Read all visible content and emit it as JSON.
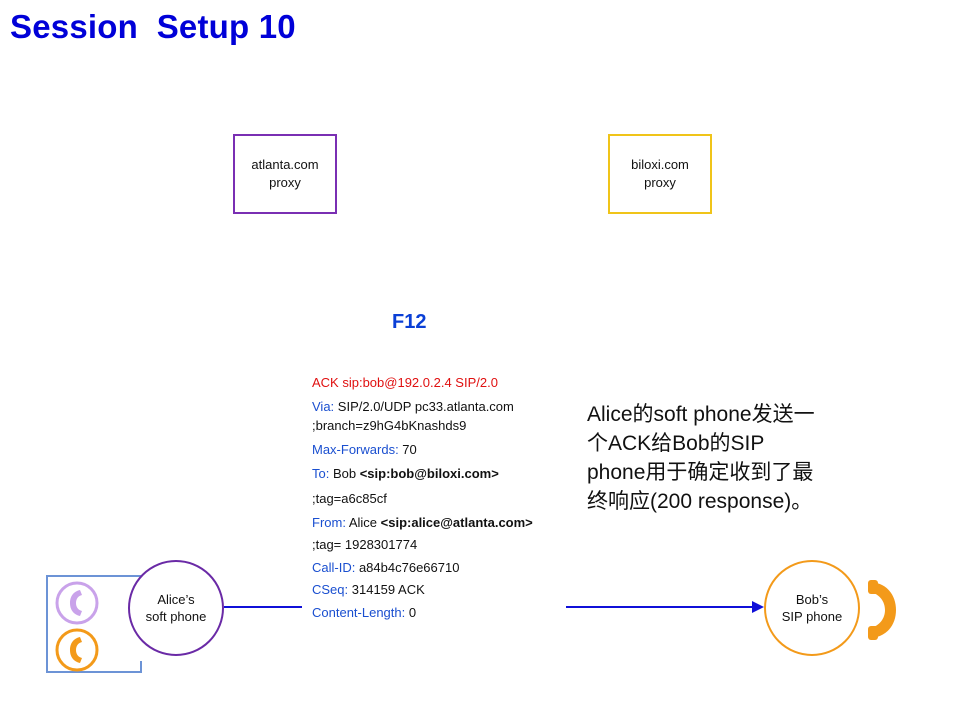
{
  "title": "Session  Setup 10",
  "proxies": {
    "atlanta": {
      "line1": "atlanta.com",
      "line2": "proxy"
    },
    "biloxi": {
      "line1": "biloxi.com",
      "line2": "proxy"
    }
  },
  "flow_label": "F12",
  "message": {
    "request_line": "ACK sip:bob@192.0.2.4 SIP/2.0",
    "via_key": "Via:",
    "via_val": " SIP/2.0/UDP pc33.atlanta.com",
    "via_branch": ";branch=z9hG4bKnashds9",
    "maxfwd_key": "Max-Forwards:",
    "maxfwd_val": " 70",
    "to_key": "To:",
    "to_name": " Bob ",
    "to_uri": "<sip:bob@biloxi.com>",
    "to_tag": " ;tag=a6c85cf",
    "from_key": "From:",
    "from_name": " Alice ",
    "from_uri": "<sip:alice@atlanta.com>",
    "from_tag": ";tag= 1928301774",
    "callid_key": "Call-ID:",
    "callid_val": " a84b4c76e66710",
    "cseq_key": "CSeq:",
    "cseq_val": " 314159 ACK",
    "clen_key": "Content-Length:",
    "clen_val": " 0"
  },
  "note": "Alice的soft phone发送一个ACK给Bob的SIP phone用于确定收到了最终响应(200 response)。",
  "endpoints": {
    "alice": {
      "line1": "Alice’s",
      "line2": "soft phone"
    },
    "bob": {
      "line1": "Bob’s",
      "line2": "SIP phone"
    }
  },
  "colors": {
    "title": "#0000d8",
    "atlanta_border": "#7a2fb3",
    "biloxi_border": "#f0c419",
    "arrow": "#1010d8",
    "request_line": "#e01010",
    "header_key": "#1a4fd0",
    "phone_purple": "#c9a2ea",
    "phone_orange": "#f39a1a"
  },
  "icons": [
    "phone-purple-icon",
    "phone-orange-icon",
    "phone-orange-icon"
  ]
}
